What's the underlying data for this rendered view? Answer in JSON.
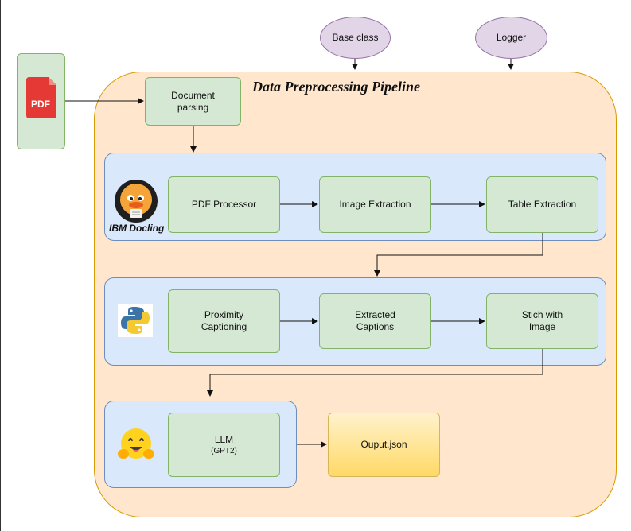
{
  "pipeline": {
    "title": "Data Preprocessing Pipeline"
  },
  "inputs": {
    "pdf_icon_text": "PDF",
    "base_class": "Base class",
    "logger": "Logger"
  },
  "steps": {
    "document_parsing": [
      "Document",
      "parsing"
    ],
    "pdf_processor": "PDF Processor",
    "image_extraction": "Image Extraction",
    "table_extraction": "Table Extraction",
    "proximity_captioning": [
      "Proximity",
      "Captioning"
    ],
    "extracted_captions": [
      "Extracted",
      "Captions"
    ],
    "stich_with_image": [
      "Stich with",
      "Image"
    ],
    "llm": "LLM",
    "llm_model": "(GPT2)",
    "output": "Ouput.json"
  },
  "lanes": {
    "docling_label": "IBM Docling"
  },
  "colors": {
    "pipeline_fill": "#ffe6cc",
    "pipeline_border": "#d79b00",
    "lane_fill": "#dae8fc",
    "lane_border": "#6c8ebf",
    "step_fill": "#d5e8d4",
    "step_border": "#82b366",
    "ellipse_fill": "#e1d5e7",
    "ellipse_border": "#9673a6",
    "output_fill": "#ffd966",
    "pdf_red": "#e53935"
  },
  "icons": {
    "pdf": "pdf-file-icon",
    "docling": "docling-duck-icon",
    "python": "python-icon",
    "huggingface": "hugging-face-icon"
  }
}
